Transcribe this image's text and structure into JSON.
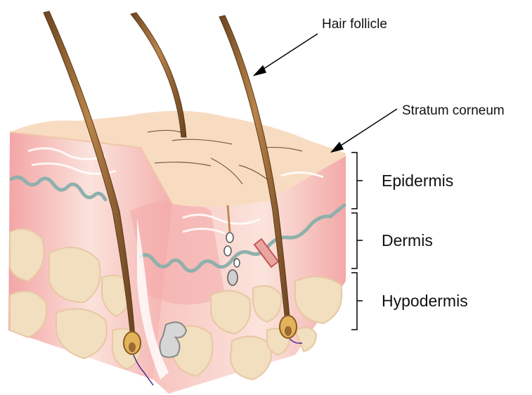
{
  "labels": {
    "hair_follicle": "Hair follicle",
    "stratum_corneum": "Stratum corneum",
    "epidermis": "Epidermis",
    "dermis": "Dermis",
    "hypodermis": "Hypodermis"
  },
  "colors": {
    "top_surface": "#f8dcc2",
    "epidermis_pink": "#f6b4b4",
    "dermis_light": "#fbe6de",
    "fat_cells": "#f1dfbf",
    "basement_line": "#8fb0ac",
    "hair": "#9b6a35",
    "hair_dark": "#6b4320",
    "bracket": "#000000"
  }
}
